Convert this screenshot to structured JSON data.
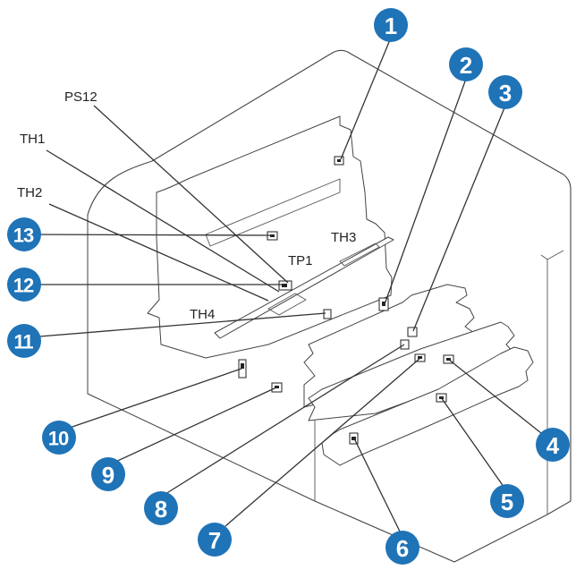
{
  "part_labels": {
    "ps12": "PS12",
    "th1": "TH1",
    "th2": "TH2",
    "th3": "TH3",
    "tp1": "TP1",
    "th4": "TH4"
  },
  "callouts": [
    {
      "id": "1",
      "text": "1"
    },
    {
      "id": "2",
      "text": "2"
    },
    {
      "id": "3",
      "text": "3"
    },
    {
      "id": "4",
      "text": "4"
    },
    {
      "id": "5",
      "text": "5"
    },
    {
      "id": "6",
      "text": "6"
    },
    {
      "id": "7",
      "text": "7"
    },
    {
      "id": "8",
      "text": "8"
    },
    {
      "id": "9",
      "text": "9"
    },
    {
      "id": "10",
      "text": "10"
    },
    {
      "id": "11",
      "text": "11"
    },
    {
      "id": "12",
      "text": "12"
    },
    {
      "id": "13",
      "text": "13"
    }
  ],
  "colors": {
    "badge": "#1f73b7",
    "badge_text": "#ffffff",
    "line": "#444444"
  }
}
